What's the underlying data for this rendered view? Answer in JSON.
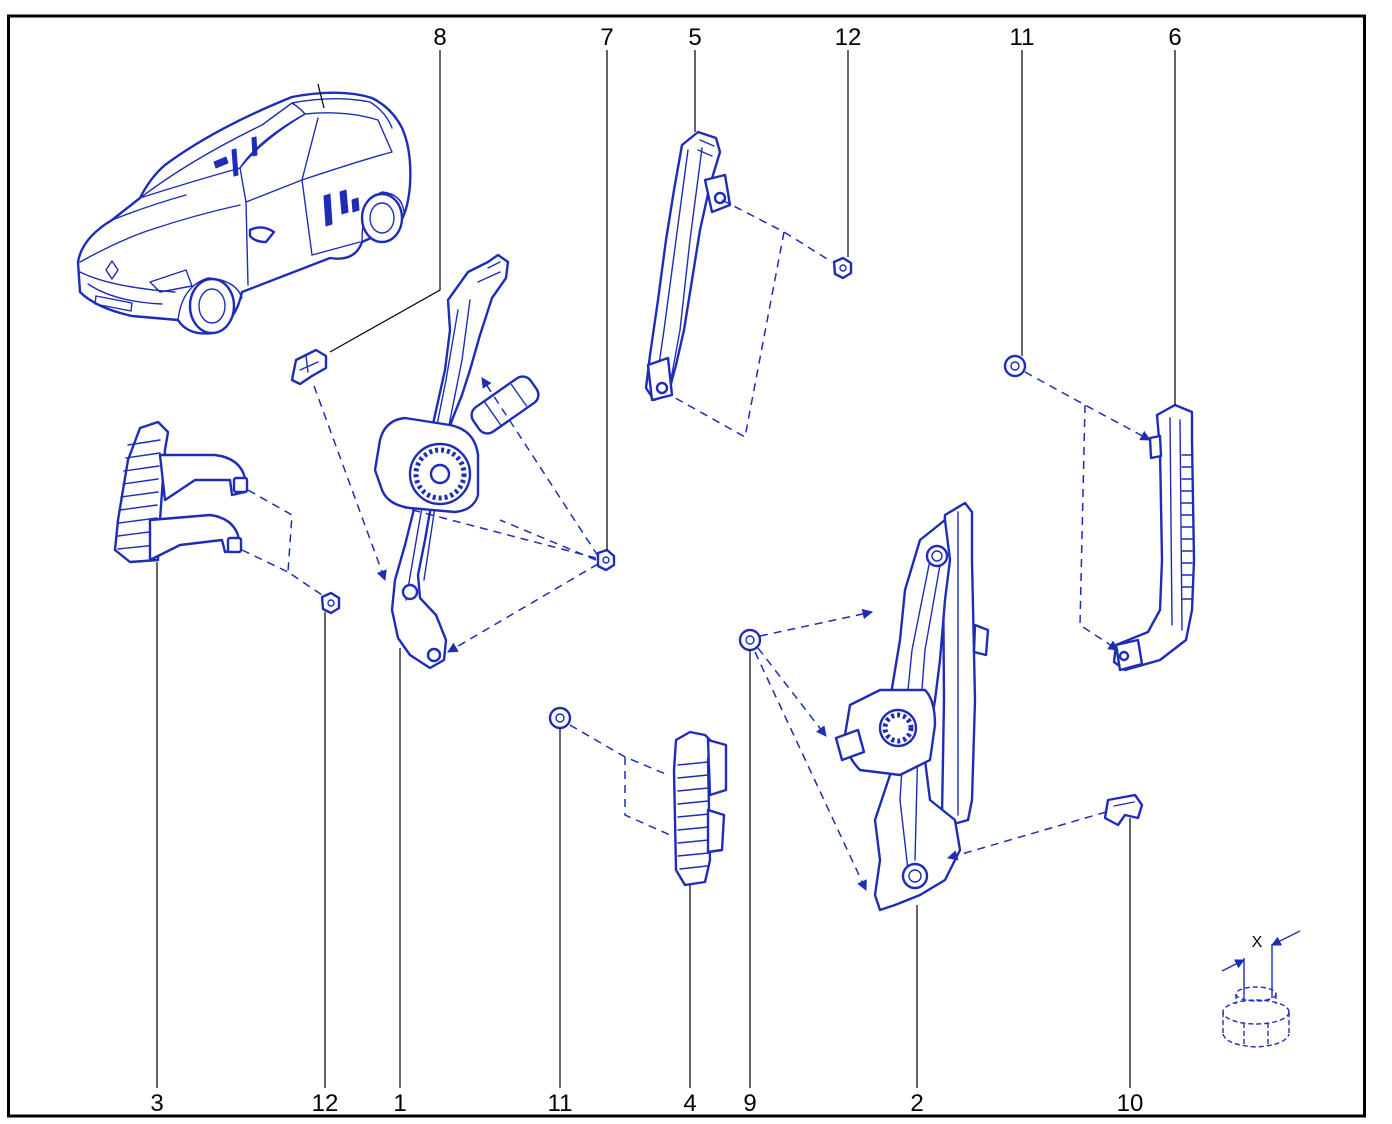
{
  "callouts_top": [
    "8",
    "7",
    "5",
    "12",
    "11",
    "6"
  ],
  "callouts_bottom": [
    "3",
    "12",
    "1",
    "11",
    "4",
    "9",
    "2",
    "10"
  ],
  "dimension_label": "X",
  "colors": {
    "line": "#1f2db5",
    "frame": "#000000",
    "text": "#000000"
  }
}
